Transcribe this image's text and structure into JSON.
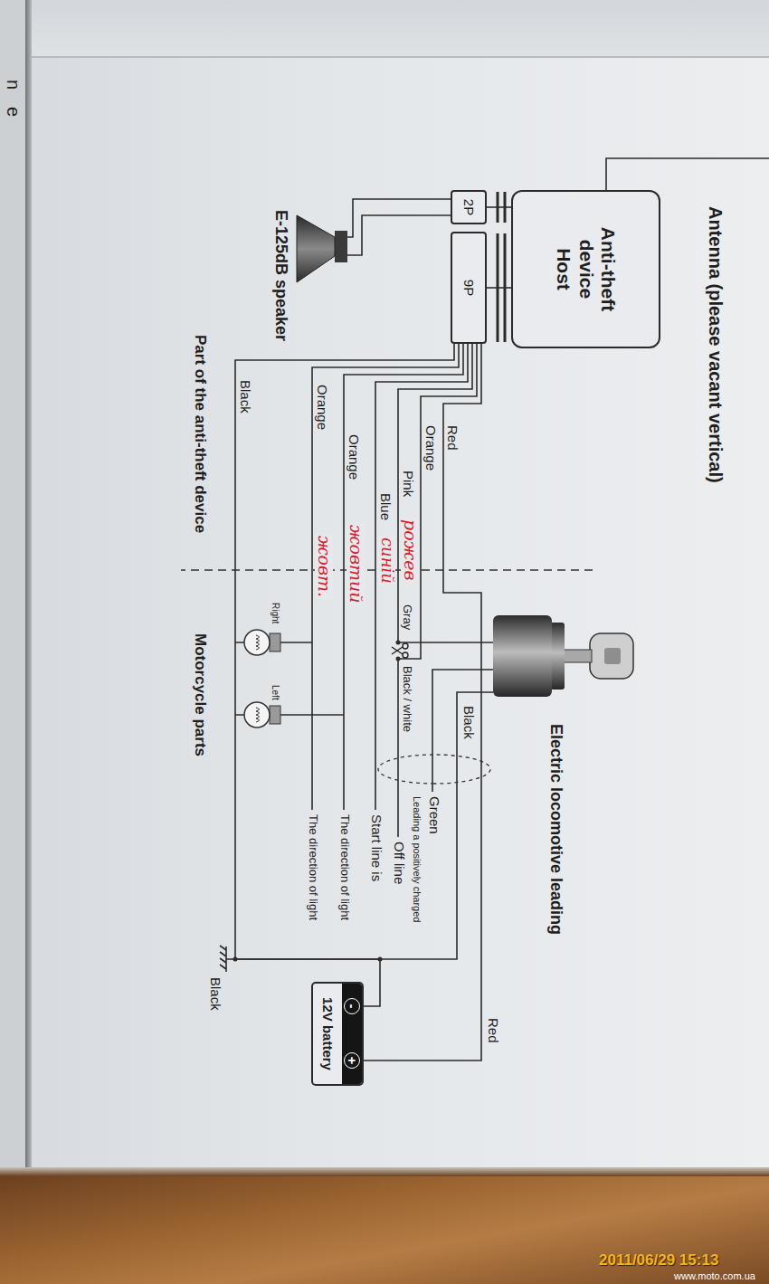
{
  "diagram": {
    "nodes": [
      {
        "text": [
          "Anti-theft device Host"
        ]
      },
      {
        "text": [
          "2P"
        ]
      },
      {
        "text": [
          "9P"
        ]
      },
      {
        "text": [
          "-",
          "+",
          "12V battery"
        ]
      }
    ],
    "edges": [
      {
        "from": 0,
        "to": 1,
        "arrow": "none"
      },
      {
        "from": 0,
        "to": 2,
        "arrow": "none"
      },
      {
        "from": 2,
        "to": 3,
        "arrow": "none"
      },
      {
        "from": 2,
        "to": 3,
        "arrow": "none"
      }
    ],
    "labels": [
      "Antenna (please vacant vertical)",
      "E-125dB speaker",
      "Red",
      "Orange",
      "Pink",
      "Blue",
      "Orange",
      "Orange",
      "Black",
      "Part of the anti-theft device",
      "рожев",
      "синій",
      "жовтий",
      "жовт.",
      "Gray",
      "Black / white",
      "Black",
      "Green",
      "Leading a positively charged",
      "Off line",
      "Start line is",
      "The direction of light",
      "The direction of light",
      "Right",
      "Left",
      "Motorcycle parts",
      "Electric locomotive leading",
      "Red",
      "Black",
      "n",
      "e",
      "2011/06/29 15:13",
      "www.moto.com.ua"
    ]
  }
}
